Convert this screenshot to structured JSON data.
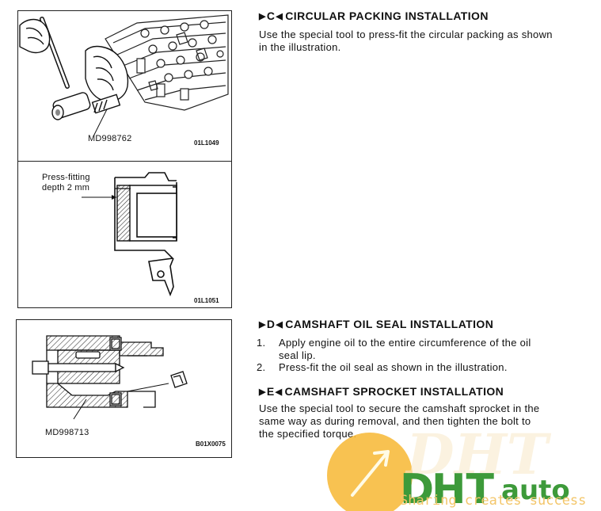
{
  "figures": {
    "fig1": {
      "tool_label": "MD998762",
      "code": "01L1049"
    },
    "fig2": {
      "label_line1": "Press-fitting",
      "label_line2": "depth 2 mm",
      "code": "01L1051"
    },
    "fig3": {
      "tool_label": "MD998713",
      "code": "B01X0075"
    }
  },
  "sections": {
    "c": {
      "marker_left": "▶",
      "letter": "C",
      "marker_right": "◀",
      "title": "CIRCULAR PACKING INSTALLATION",
      "body_line1": "Use the special tool to press-fit the circular packing as shown",
      "body_line2": "in the illustration."
    },
    "d": {
      "marker_left": "▶",
      "letter": "D",
      "marker_right": "◀",
      "title": "CAMSHAFT OIL SEAL INSTALLATION",
      "steps": [
        {
          "num": "1.",
          "line1": "Apply engine oil to the entire circumference of the oil",
          "line2": "seal lip."
        },
        {
          "num": "2.",
          "line1": "Press-fit the oil seal as shown in the illustration.",
          "line2": ""
        }
      ]
    },
    "e": {
      "marker_left": "▶",
      "letter": "E",
      "marker_right": "◀",
      "title": "CAMSHAFT SPROCKET INSTALLATION",
      "body_line1": "Use the special tool to secure the camshaft sprocket in the",
      "body_line2": "same way as during removal, and then tighten the bolt to",
      "body_line3": "the specified torque."
    }
  },
  "watermark": {
    "brand_a": "D",
    "brand_b": "HT",
    "brand_c": "auto",
    "tagline": "Sharing creates success",
    "color_orange": "#f5a623",
    "color_green": "#3d9a3a"
  }
}
